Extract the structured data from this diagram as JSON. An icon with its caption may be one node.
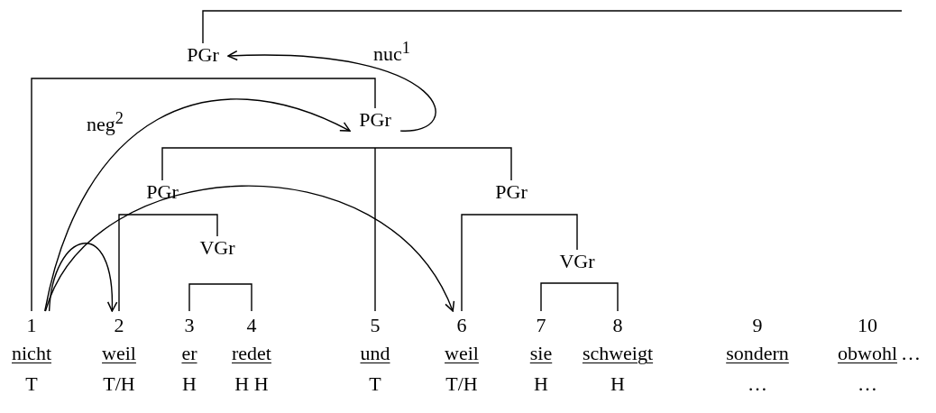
{
  "diagram": {
    "nodes": [
      {
        "text": [
          "PGr"
        ]
      },
      {
        "text": [
          "PGr"
        ]
      },
      {
        "text": [
          "PGr"
        ]
      },
      {
        "text": [
          "PGr"
        ]
      },
      {
        "text": [
          "VGr"
        ]
      },
      {
        "text": [
          "VGr"
        ]
      },
      {
        "text": [
          "1",
          "nicht",
          "T"
        ]
      },
      {
        "text": [
          "2",
          "weil",
          "T/H"
        ]
      },
      {
        "text": [
          "3",
          "er",
          "H"
        ]
      },
      {
        "text": [
          "4",
          "redet",
          "H H"
        ]
      },
      {
        "text": [
          "5",
          "und",
          "T"
        ]
      },
      {
        "text": [
          "6",
          "weil",
          "T/H"
        ]
      },
      {
        "text": [
          "7",
          "sie",
          "H"
        ]
      },
      {
        "text": [
          "8",
          "schweigt",
          "H"
        ]
      },
      {
        "text": [
          "9",
          "sondern",
          "…"
        ]
      },
      {
        "text": [
          "10",
          "obwohl",
          "…"
        ],
        "beside": [
          "…"
        ]
      }
    ],
    "edges": [
      {
        "from": null,
        "to": 0,
        "arrow": "none"
      },
      {
        "from": 0,
        "to": 6,
        "arrow": "none"
      },
      {
        "from": 0,
        "to": 1,
        "arrow": "none"
      },
      {
        "from": 1,
        "to": 2,
        "arrow": "none"
      },
      {
        "from": 1,
        "to": 10,
        "arrow": "none"
      },
      {
        "from": 1,
        "to": 3,
        "arrow": "none"
      },
      {
        "from": 2,
        "to": 7,
        "arrow": "none"
      },
      {
        "from": 2,
        "to": 4,
        "arrow": "none"
      },
      {
        "from": 4,
        "to": 8,
        "arrow": "none"
      },
      {
        "from": 4,
        "to": 9,
        "arrow": "none"
      },
      {
        "from": 3,
        "to": 11,
        "arrow": "none"
      },
      {
        "from": 3,
        "to": 5,
        "arrow": "none"
      },
      {
        "from": 5,
        "to": 12,
        "arrow": "none"
      },
      {
        "from": 5,
        "to": 13,
        "arrow": "none"
      },
      {
        "from": 6,
        "to": 1,
        "arrow": "to",
        "label": "neg$^{2}$"
      },
      {
        "from": 6,
        "to": 7,
        "arrow": "to"
      },
      {
        "from": 6,
        "to": 11,
        "arrow": "to"
      },
      {
        "from": 1,
        "to": 0,
        "arrow": "to",
        "label": "nuc$^{1}$"
      }
    ]
  }
}
